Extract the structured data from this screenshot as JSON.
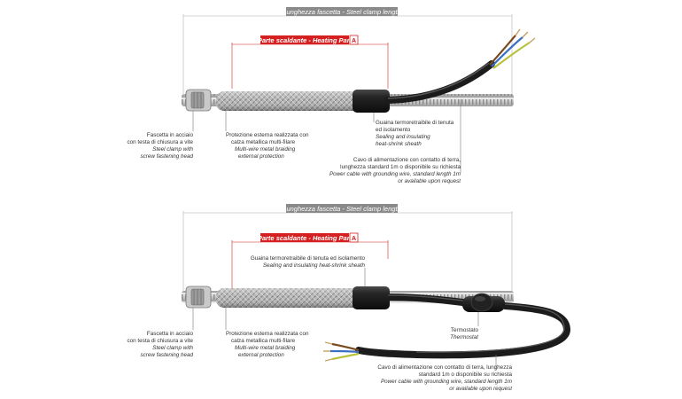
{
  "clamp_length_label": "Lunghezza fascetta - Steel clamp length",
  "heating_part_label": "Parte scaldante - Heating Part",
  "heating_part_badge": "A",
  "diagram_top": {
    "clamp_note": [
      "Fascetta in acciaio",
      "con testa di chiusura a vite",
      "Steel clamp with",
      "screw fastening head"
    ],
    "braid_note": [
      "Protezione esterna realizzata con",
      "calza metallica multi-filare",
      "Multi-wire metal braiding",
      "external protection"
    ],
    "sheath_note": [
      "Guaina termoretraibile di tenuta",
      "ed isolamento",
      "Sealing and insulating",
      "heat-shrink sheath"
    ],
    "cable_note": [
      "Cavo di alimentazione con contatto di terra,",
      "lunghezza standard 1m o disponibile su richiesta",
      "Power cable with grounding wire, standard length 1m",
      "or available upon request"
    ]
  },
  "diagram_bottom": {
    "clamp_note": [
      "Fascetta in acciaio",
      "con testa di chiusura a vite",
      "Steel clamp with",
      "screw fastening head"
    ],
    "braid_note": [
      "Protezione esterna realizzata con",
      "calza metallica multi-filare",
      "Multi-wire metal braiding",
      "external protection"
    ],
    "sheath_note": [
      "Guaina termoretraibile di tenuta ed isolamento",
      "Sealing and insulating heat-shrink sheath"
    ],
    "thermostat_note": [
      "Termostato",
      "Thermostat"
    ],
    "cable_note": [
      "Cavo di alimentazione con contatto di terra, lunghezza",
      "standard 1m o disponibile su richiesta",
      "Power cable with grounding wire, standard length 1m",
      "or available upon request"
    ]
  },
  "colors": {
    "dimension_bar": "#8a8a8a",
    "heating_bar": "#d42020",
    "dimension_line": "#b0b0b0",
    "braid": "#a8a8a8",
    "sheath": "#1c1c1c",
    "wire_brown": "#7a4a1e",
    "wire_blue": "#3a6fc4",
    "wire_yellow_green": "#b8c23a"
  }
}
